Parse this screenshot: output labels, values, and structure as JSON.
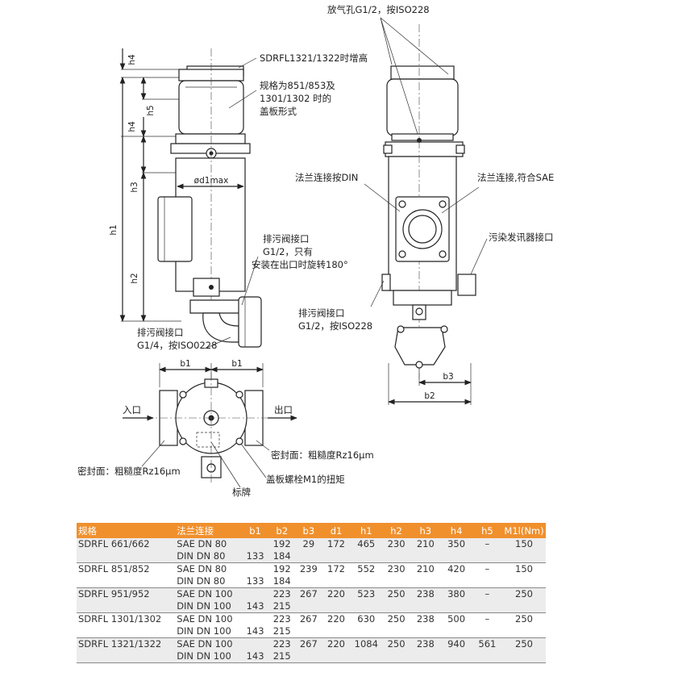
{
  "drawing": {
    "callouts": {
      "vent": "放气孔G1/2，按ISO228",
      "height_increase": "SDRFL1321/1322时增高",
      "cover_note_1": "规格为851/853及",
      "cover_note_2": "1301/1302 时的",
      "cover_note_3": "盖板形式",
      "drain_top_1": "排污阀接口",
      "drain_top_2": "G1/2，只有",
      "drain_top_3": "安装在出口时旋转180°",
      "drain_left_1": "排污阀接口",
      "drain_left_2": "G1/4，按ISO0228",
      "flange_din": "法兰连接按DIN",
      "flange_sae": "法兰连接,符合SAE",
      "sensor_port": "污染发讯器接口",
      "drain_mid_1": "排污阀接口",
      "drain_mid_2": "G1/2，按ISO228",
      "inlet": "入口",
      "outlet": "出口",
      "seal_left": "密封面：粗糙度Rz16μm",
      "seal_right": "密封面：粗糙度Rz16μm",
      "nameplate": "标牌",
      "cover_bolt": "盖板螺栓M1的扭矩"
    },
    "dims": {
      "h4_top": "h4",
      "h5": "h5",
      "h4_mid": "h4",
      "h3": "h3",
      "h1": "h1",
      "h2": "h2",
      "d1": "ød1max",
      "b1_left": "b1",
      "b1_right": "b1",
      "b3": "b3",
      "b2": "b2"
    }
  },
  "table": {
    "headers": [
      "规格",
      "法兰连接",
      "b1",
      "b2",
      "b3",
      "d1",
      "h1",
      "h2",
      "h3",
      "h4",
      "h5",
      "M1l(Nm)"
    ],
    "rows": [
      [
        "SDRFL 661/662",
        "SAE DN 80",
        "",
        "192",
        "29",
        "172",
        "465",
        "230",
        "210",
        "350",
        "–",
        "150"
      ],
      [
        "",
        "DIN DN 80",
        "133",
        "184",
        "",
        "",
        "",
        "",
        "",
        "",
        "",
        ""
      ],
      [
        "SDRFL 851/852",
        "SAE DN 80",
        "",
        "192",
        "239",
        "172",
        "552",
        "230",
        "210",
        "420",
        "–",
        "150"
      ],
      [
        "",
        "DIN DN 80",
        "133",
        "184",
        "",
        "",
        "",
        "",
        "",
        "",
        "",
        ""
      ],
      [
        "SDRFL 951/952",
        "SAE DN 100",
        "",
        "223",
        "267",
        "220",
        "523",
        "250",
        "238",
        "380",
        "–",
        "250"
      ],
      [
        "",
        "DIN DN 100",
        "143",
        "215",
        "",
        "",
        "",
        "",
        "",
        "",
        "",
        ""
      ],
      [
        "SDRFL 1301/1302",
        "SAE DN 100",
        "",
        "223",
        "267",
        "220",
        "630",
        "250",
        "238",
        "500",
        "–",
        "250"
      ],
      [
        "",
        "DIN DN 100",
        "143",
        "215",
        "",
        "",
        "",
        "",
        "",
        "",
        "",
        ""
      ],
      [
        "SDRFL 1321/1322",
        "SAE DN 100",
        "",
        "223",
        "267",
        "220",
        "1084",
        "250",
        "238",
        "940",
        "561",
        "250"
      ],
      [
        "",
        "DIN DN 100",
        "143",
        "215",
        "",
        "",
        "",
        "",
        "",
        "",
        "",
        ""
      ]
    ]
  }
}
